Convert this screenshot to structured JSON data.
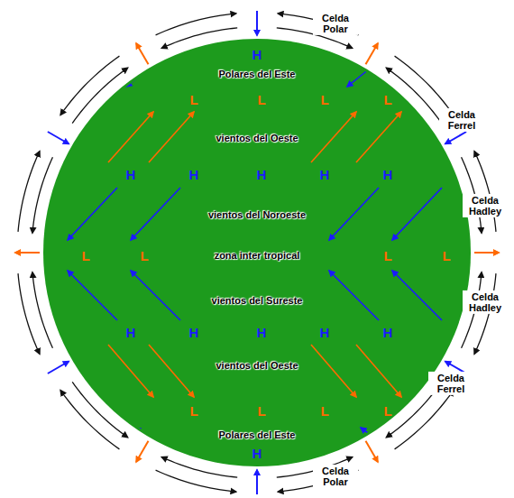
{
  "diagram": {
    "nodes": [
      {
        "text": [
          "H",
          "Polares del Este",
          "L",
          "L",
          "L",
          "L",
          "vientos del Oeste",
          "H",
          "H",
          "H",
          "H",
          "H",
          "vientos del Noroeste",
          "L",
          "L",
          "zona inter tropical",
          "L",
          "L",
          "vientos del Sureste",
          "H",
          "H",
          "H",
          "H",
          "H",
          "vientos del Oeste",
          "L",
          "L",
          "L",
          "L",
          "Polares del Este",
          "H"
        ]
      }
    ],
    "labels": [
      "Celda Polar",
      "Celda Ferrel",
      "Celda Hadley",
      "Celda Hadley",
      "Celda Ferrel",
      "Celda Polar"
    ]
  }
}
